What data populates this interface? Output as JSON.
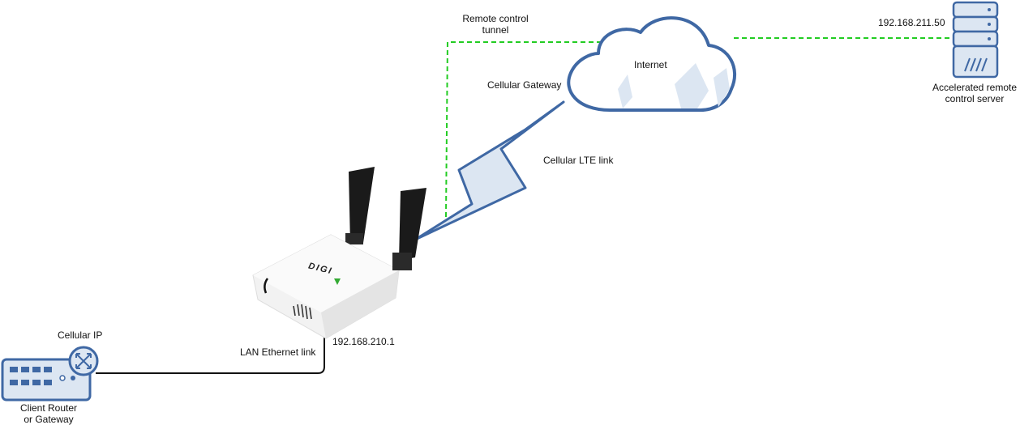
{
  "labels": {
    "tunnel": [
      "Remote control",
      "tunnel"
    ],
    "server_ip": "192.168.211.50",
    "internet": "Internet",
    "cellular_gateway": "Cellular Gateway",
    "server_name": [
      "Accelerated remote",
      "control server"
    ],
    "lte_link": "Cellular LTE link",
    "gateway_ip": "192.168.210.1",
    "cellular_ip": "Cellular IP",
    "lan_link": "LAN Ethernet link",
    "client_name": [
      "Client Router",
      "or Gateway"
    ],
    "device_brand": "DIGI"
  },
  "colors": {
    "tunnel_line": "#22cc22",
    "outline_blue": "#3f68a4",
    "fill_light": "#dce6f2",
    "cable": "#111111",
    "device_body": "#f2f2f2",
    "antenna": "#1a1a1a"
  },
  "icons": {
    "cloud": "cloud-icon",
    "server": "server-icon",
    "router": "router-icon",
    "gateway": "cellular-gateway-device",
    "lightning": "lightning-bolt-link"
  }
}
